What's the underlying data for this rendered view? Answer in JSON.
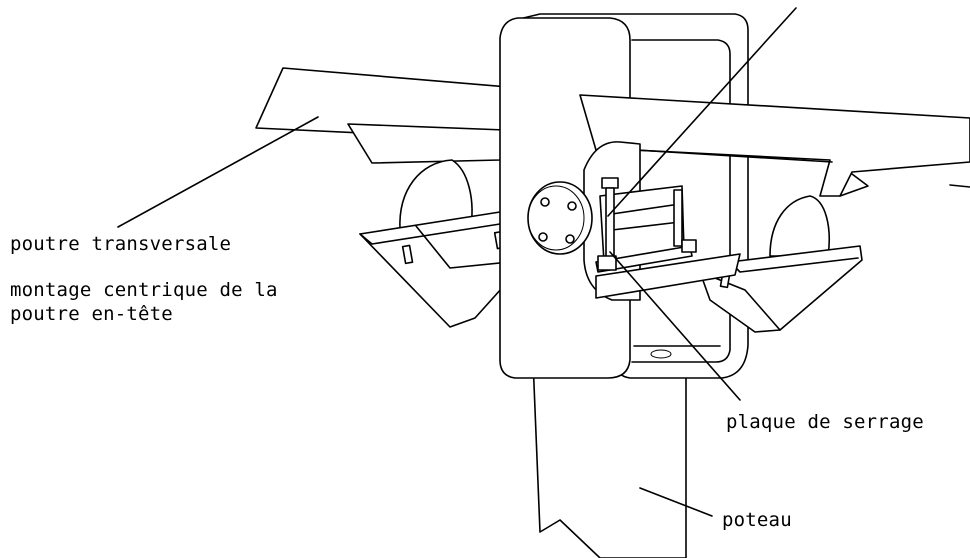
{
  "labels": {
    "crossbeam": "poutre transversale",
    "centric_mount_line1": "montage centrique de la",
    "centric_mount_line2": "poutre en-tête",
    "clamping_plate": "plaque de serrage",
    "post": "poteau"
  }
}
